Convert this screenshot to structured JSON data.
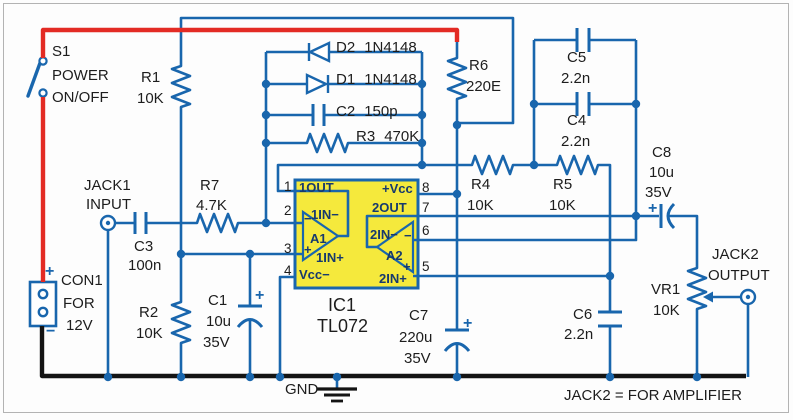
{
  "schematic": {
    "power": {
      "switch_ref": "S1",
      "switch_line1": "POWER",
      "switch_line2": "ON/OFF",
      "connector_ref": "CON1",
      "connector_line1": "FOR",
      "connector_line2": "12V",
      "plus": "+",
      "minus": "−"
    },
    "jacks": {
      "jack1_ref": "JACK1",
      "jack1_role": "INPUT",
      "jack2_ref": "JACK2",
      "jack2_role": "OUTPUT"
    },
    "resistors": {
      "r1": {
        "ref": "R1",
        "value": "10K"
      },
      "r2": {
        "ref": "R2",
        "value": "10K"
      },
      "r3": {
        "ref": "R3",
        "value": "470K"
      },
      "r4": {
        "ref": "R4",
        "value": "10K"
      },
      "r5": {
        "ref": "R5",
        "value": "10K"
      },
      "r6": {
        "ref": "R6",
        "value": "220E"
      },
      "r7": {
        "ref": "R7",
        "value": "4.7K"
      },
      "vr1": {
        "ref": "VR1",
        "value": "10K"
      }
    },
    "capacitors": {
      "c1": {
        "ref": "C1",
        "value": "10u",
        "voltage": "35V"
      },
      "c2": {
        "ref": "C2",
        "value": "150p"
      },
      "c3": {
        "ref": "C3",
        "value": "100n"
      },
      "c4": {
        "ref": "C4",
        "value": "2.2n"
      },
      "c5": {
        "ref": "C5",
        "value": "2.2n"
      },
      "c6": {
        "ref": "C6",
        "value": "2.2n"
      },
      "c7": {
        "ref": "C7",
        "value": "220u",
        "voltage": "35V"
      },
      "c8": {
        "ref": "C8",
        "value": "10u",
        "voltage": "35V"
      }
    },
    "diodes": {
      "d1": {
        "ref": "D1",
        "part": "1N4148"
      },
      "d2": {
        "ref": "D2",
        "part": "1N4148"
      }
    },
    "ic": {
      "ref": "IC1",
      "part": "TL072",
      "pin_labels": {
        "out1": "1OUT",
        "vcc_pos": "+Vcc",
        "out2": "2OUT",
        "in1_neg": "1IN−",
        "in1_pos": "1IN+",
        "vcc_neg": "Vcc−",
        "in2_neg": "2IN−",
        "in2_pos": "2IN+"
      },
      "opamps": {
        "a1": "A1",
        "a2": "A2"
      },
      "pin_numbers": {
        "p1": "1",
        "p2": "2",
        "p3": "3",
        "p4": "4",
        "p5": "5",
        "p6": "6",
        "p7": "7",
        "p8": "8"
      },
      "plus": "+",
      "minus": "−"
    },
    "ground_label": "GND",
    "note": "JACK2 = FOR AMPLIFIER"
  },
  "colors": {
    "wire": "#1966ad",
    "positive_rail": "#e32b24",
    "ground_rail": "#141414",
    "ic_fill": "#f5e93c",
    "label": "#1d1d1d"
  }
}
